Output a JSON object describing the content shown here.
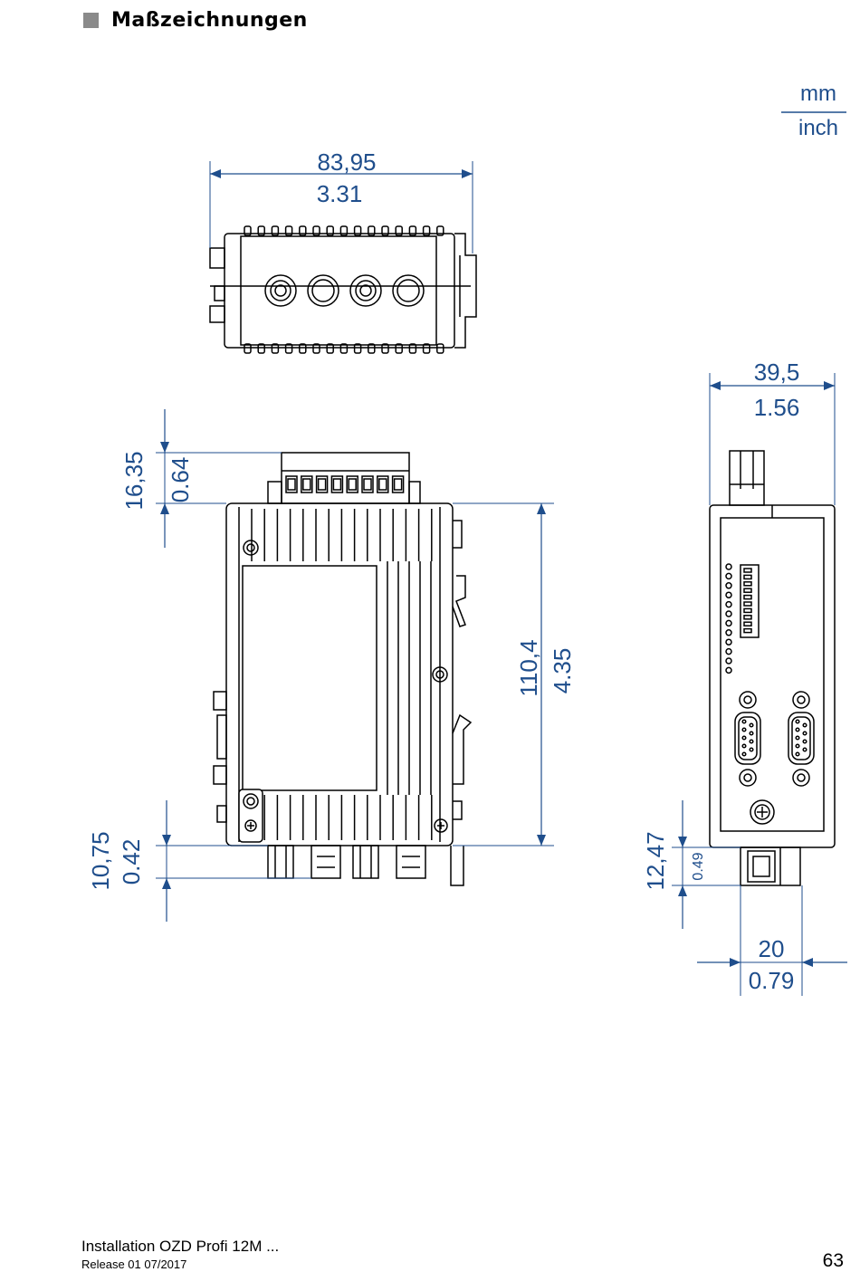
{
  "header": {
    "title": "Maßzeichnungen"
  },
  "units": {
    "top": "mm",
    "bottom": "inch"
  },
  "dimensions": {
    "top_width": {
      "mm": "83,95",
      "inch": "3.31"
    },
    "side_width": {
      "mm": "39,5",
      "inch": "1.56"
    },
    "top_height": {
      "mm": "16,35",
      "inch": "0.64"
    },
    "body_height": {
      "mm": "110,4",
      "inch": "4.35"
    },
    "bottom_left": {
      "mm": "10,75",
      "inch": "0.42"
    },
    "bottom_right": {
      "mm": "12,47",
      "inch": "0.49"
    },
    "foot_width": {
      "mm": "20",
      "inch": "0.79"
    }
  },
  "footer": {
    "title": "Installation  OZD Profi 12M ...",
    "release": "Release  01  07/2017",
    "page": "63"
  },
  "colors": {
    "dimension": "#1f4e8c",
    "drawing": "#000000",
    "heading_square": "#8a8a8a"
  }
}
